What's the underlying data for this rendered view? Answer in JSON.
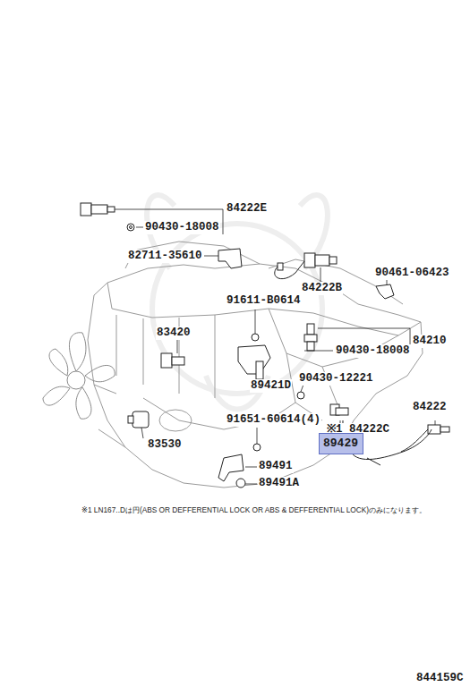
{
  "diagram": {
    "nodes": [
      {
        "text": [
          "89429"
        ]
      }
    ],
    "labels": [
      "84222E",
      "90430-18008",
      "82711-35610",
      "84222B",
      "90461-06423",
      "91611-B0614",
      "83420",
      "84210",
      "90430-18008",
      "90430-12221",
      "89421D",
      "91651-60614(4)",
      "※1 84222C",
      "84222",
      "83530",
      "89491",
      "89491A",
      "※1 LN167..Dは円(ABS OR DEFFERENTIAL LOCK OR ABS & DEFFERENTIAL LOCK)のみになります。",
      "844159C"
    ]
  }
}
